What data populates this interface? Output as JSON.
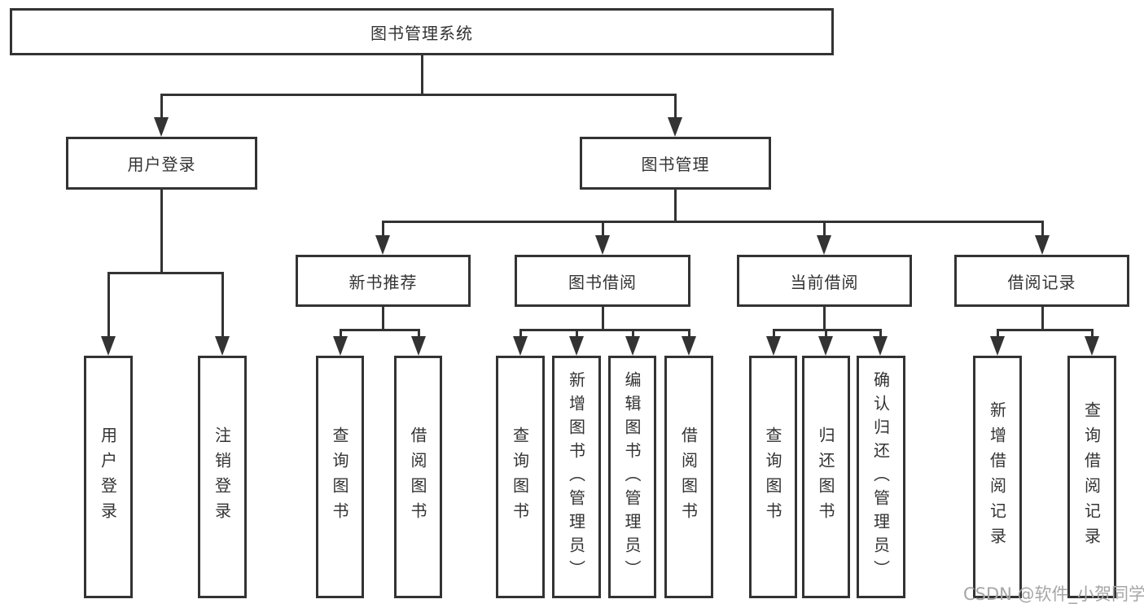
{
  "root": {
    "label": "图书管理系统"
  },
  "level2": [
    {
      "label": "用户登录"
    },
    {
      "label": "图书管理"
    }
  ],
  "level3": [
    {
      "label": "新书推荐",
      "parent": "图书管理"
    },
    {
      "label": "图书借阅",
      "parent": "图书管理"
    },
    {
      "label": "当前借阅",
      "parent": "图书管理"
    },
    {
      "label": "借阅记录",
      "parent": "图书管理"
    }
  ],
  "leaves": [
    {
      "label": "用户登录",
      "parent": "用户登录"
    },
    {
      "label": "注销登录",
      "parent": "用户登录"
    },
    {
      "label": "查询图书",
      "parent": "新书推荐"
    },
    {
      "label": "借阅图书",
      "parent": "新书推荐"
    },
    {
      "label": "查询图书",
      "parent": "图书借阅"
    },
    {
      "label": "新增图书（管理员）",
      "parent": "图书借阅"
    },
    {
      "label": "编辑图书（管理员）",
      "parent": "图书借阅"
    },
    {
      "label": "借阅图书",
      "parent": "图书借阅"
    },
    {
      "label": "查询图书",
      "parent": "当前借阅"
    },
    {
      "label": "归还图书",
      "parent": "当前借阅"
    },
    {
      "label": "确认归还（管理员）",
      "parent": "当前借阅"
    },
    {
      "label": "新增借阅记录",
      "parent": "借阅记录"
    },
    {
      "label": "查询借阅记录",
      "parent": "借阅记录"
    }
  ],
  "watermark": {
    "text": "CSDN @软件_小贺同学"
  },
  "colors": {
    "line": "#333333",
    "text": "#333333",
    "watermark": "#a6a6a6",
    "background": "#ffffff"
  }
}
